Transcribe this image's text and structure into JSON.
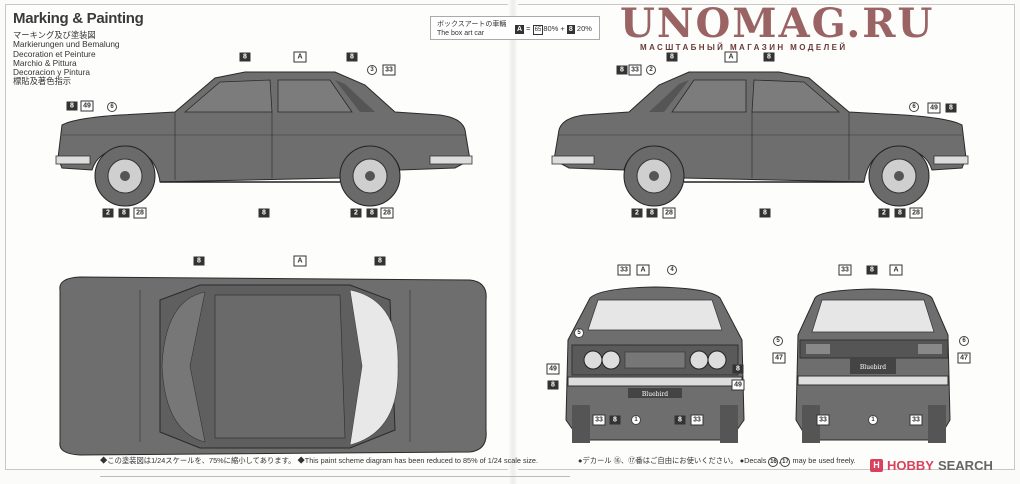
{
  "header": {
    "title": "Marking & Painting",
    "subtitles": [
      "マーキング及び塗装図",
      "Markierungen und Bemalung",
      "Decoration et Peinture",
      "Marchio & Pittura",
      "Decoracion y Pintura",
      "標貼及著色指示"
    ]
  },
  "box_art": {
    "label_jp": "ボックスアートの車輛",
    "label_en": "The box art car",
    "color_a": "A",
    "equals": "=",
    "color_65": "65",
    "pct_65": "80% +",
    "color_8": "8",
    "pct_8": "20%"
  },
  "car_badge": "Bluebird",
  "callouts": {
    "side_left": [
      "8",
      "A",
      "8",
      "3",
      "33",
      "8",
      "49",
      "6",
      "2",
      "8",
      "28",
      "8",
      "2",
      "8",
      "28"
    ],
    "side_right": [
      "8",
      "33",
      "2",
      "8",
      "A",
      "8",
      "6",
      "49",
      "8",
      "2",
      "8",
      "28",
      "8",
      "2",
      "8",
      "28"
    ],
    "top": [
      "8",
      "A",
      "8"
    ],
    "front": [
      "33",
      "A",
      "4",
      "5",
      "49",
      "8",
      "8",
      "49",
      "33",
      "8",
      "1",
      "8",
      "33"
    ],
    "rear": [
      "33",
      "8",
      "A",
      "5",
      "6",
      "47",
      "47",
      "33",
      "1",
      "33"
    ]
  },
  "footer": {
    "note_left": "◆この塗装図は1/24スケールを、75%に縮小してあります。 ◆This paint scheme diagram has been reduced to 85% of 1/24 scale size.",
    "note_right_pre": "●デカール ⑯、⑰番はご自由にお使いください。 ●Decals ",
    "decal_16": "16",
    "sep": ",",
    "decal_17": "17",
    "note_right_post": " may be used freely."
  },
  "brand": {
    "icon": "H",
    "hobby": "HOBBY",
    "search": "SEARCH"
  },
  "watermark": {
    "main": "UNOMAG.RU",
    "sub": "МАСШТАБНЫЙ МАГАЗИН МОДЕЛЕЙ"
  },
  "colors": {
    "body": "#6e6e6e",
    "line": "#2a2a2a",
    "brand": "#d9425e",
    "watermark": "#8a4a4a"
  }
}
